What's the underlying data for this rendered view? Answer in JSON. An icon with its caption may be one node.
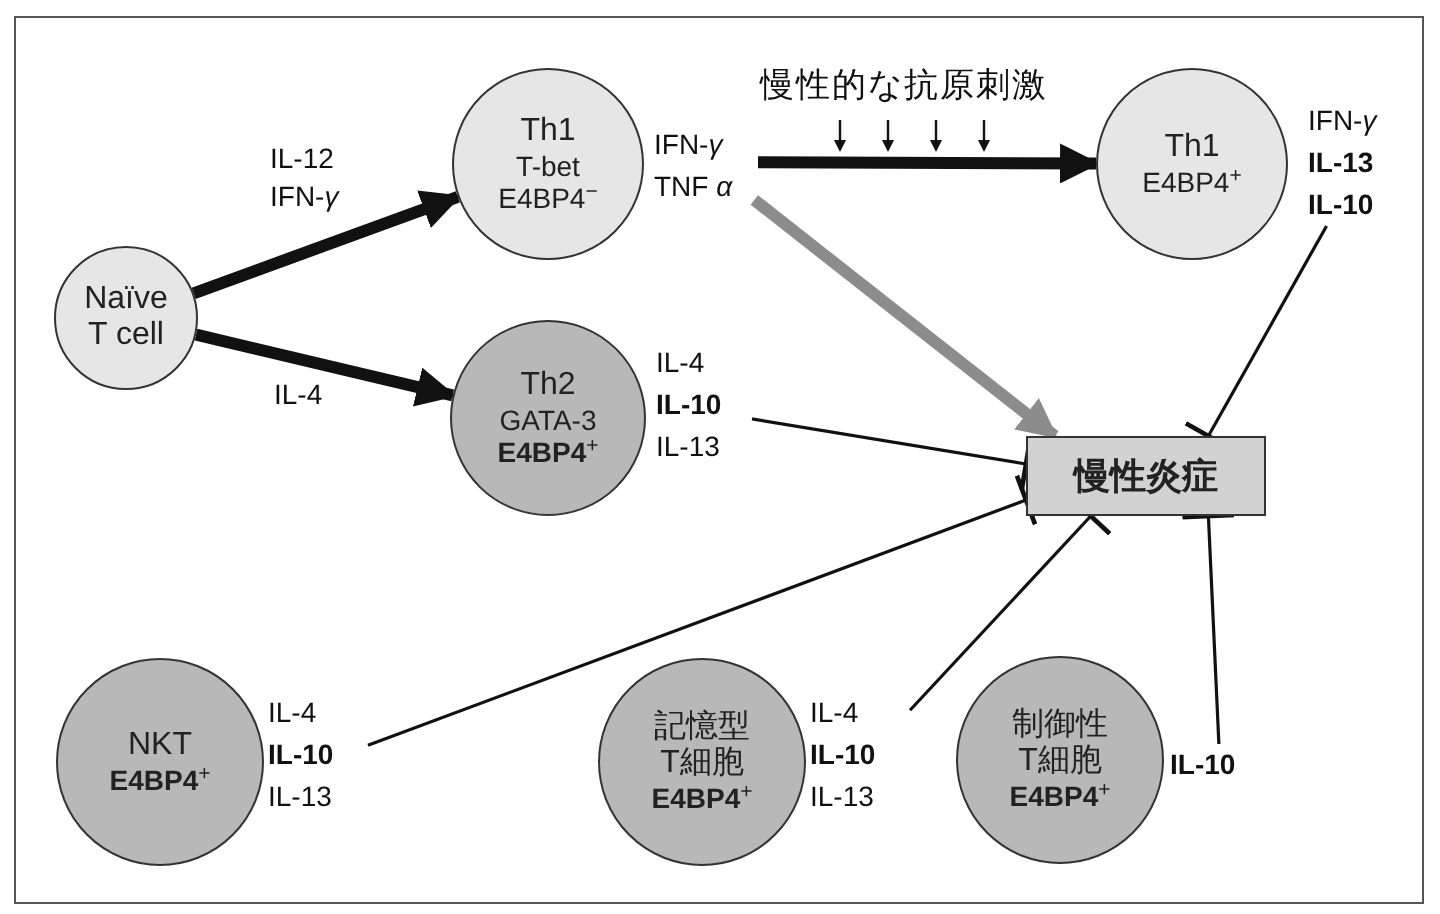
{
  "diagram": {
    "nodes": [
      {
        "text": [
          "Naïve T cell"
        ]
      },
      {
        "text": [
          "Th1",
          "T-bet",
          "E4BP4$^{−}$"
        ]
      },
      {
        "text": [
          "IFN-*γ*",
          "TNF *α*"
        ]
      },
      {
        "text": [
          "Th1",
          "E4BP4$^{+}$"
        ]
      },
      {
        "text": [
          "IFN-*γ*",
          "**IL-13**",
          "**IL-10**"
        ]
      },
      {
        "text": [
          "Th2",
          "GATA-3",
          "**E4BP4**$^{+}$"
        ]
      },
      {
        "text": [
          "IL-4",
          "**IL-10**",
          "IL-13"
        ]
      },
      {
        "text": [
          "慢性炎症"
        ]
      },
      {
        "text": [
          "NKT",
          "**E4BP4**$^{+}$"
        ]
      },
      {
        "text": [
          "IL-4",
          "**IL-10**",
          "IL-13"
        ]
      },
      {
        "text": [
          "記憶型T細胞",
          "**E4BP4**$^{+}$"
        ]
      },
      {
        "text": [
          "IL-4",
          "**IL-10**",
          "IL-13"
        ]
      },
      {
        "text": [
          "制御性T細胞",
          "**E4BP4**$^{+}$"
        ]
      },
      {
        "text": [
          "**IL-10**"
        ]
      }
    ],
    "edges": [
      {
        "from": 0,
        "to": 1,
        "arrow": "to",
        "label": "IL-12 IFN-*γ*",
        "style": "thick"
      },
      {
        "from": 0,
        "to": 5,
        "arrow": "to",
        "label": "IL-4",
        "style": "thick"
      },
      {
        "from": 2,
        "to": 3,
        "arrow": "to",
        "style": "thick"
      },
      {
        "from": 2,
        "to": 7,
        "arrow": "to",
        "style": "thick",
        "color": "#8c8c8c"
      },
      {
        "from": 4,
        "to": 7,
        "arrow": "other"
      },
      {
        "from": 6,
        "to": 7,
        "arrow": "other"
      },
      {
        "from": 9,
        "to": 7,
        "arrow": "other"
      },
      {
        "from": 11,
        "to": 7,
        "arrow": "other"
      },
      {
        "from": 13,
        "to": 7,
        "arrow": "other"
      }
    ],
    "labels": [
      "慢性的な抗原刺激"
    ]
  }
}
